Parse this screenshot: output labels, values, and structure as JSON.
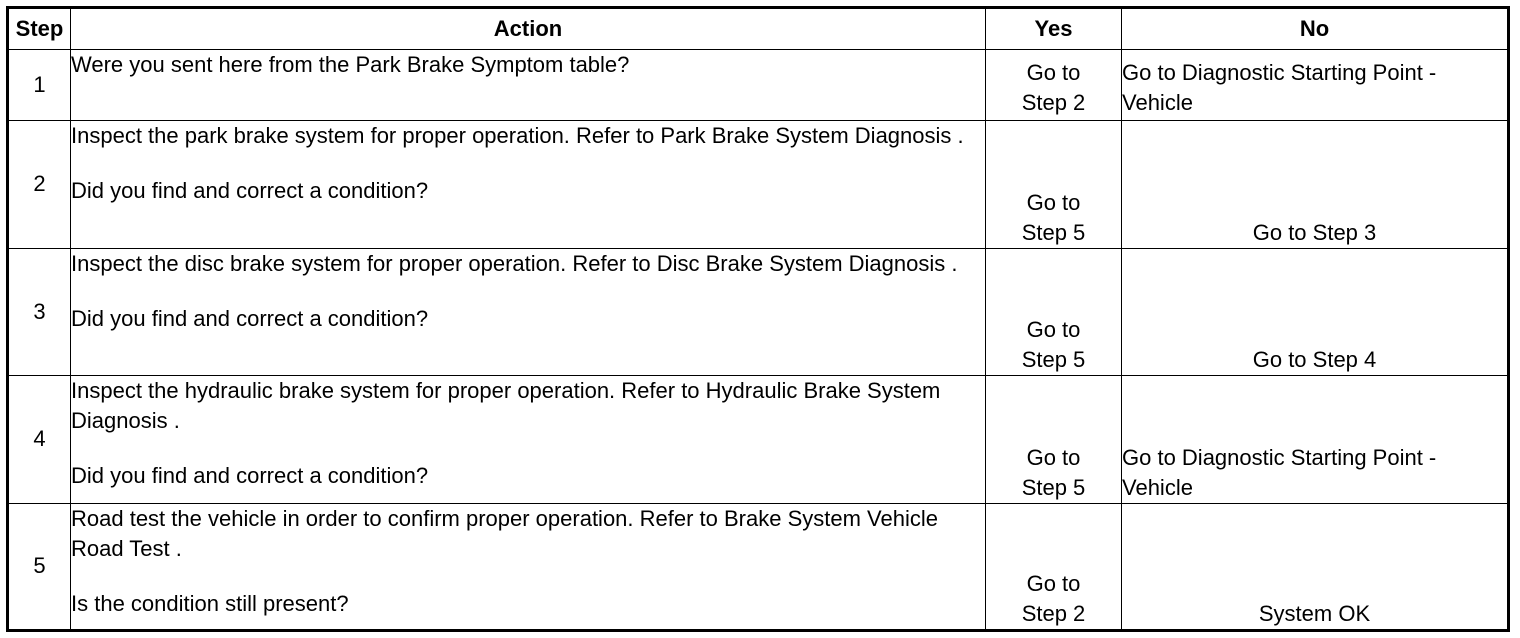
{
  "table": {
    "headers": {
      "step": "Step",
      "action": "Action",
      "yes": "Yes",
      "no": "No"
    },
    "rows": [
      {
        "step": "1",
        "action": "Were you sent here from the Park Brake Symptom table?",
        "question": "",
        "yes_1": "Go to",
        "yes_2": "Step 2",
        "no": "Go to Diagnostic Starting Point - Vehicle"
      },
      {
        "step": "2",
        "action": "Inspect the park brake system for proper operation. Refer to Park Brake System Diagnosis .",
        "question": "Did you find and correct a condition?",
        "yes_1": "Go to",
        "yes_2": "Step 5",
        "no": "Go to Step 3"
      },
      {
        "step": "3",
        "action": "Inspect the disc brake system for proper operation. Refer to Disc Brake System Diagnosis .",
        "question": "Did you find and correct a condition?",
        "yes_1": "Go to",
        "yes_2": "Step 5",
        "no": "Go to Step 4"
      },
      {
        "step": "4",
        "action": "Inspect the hydraulic brake system for proper operation. Refer to Hydraulic Brake System Diagnosis .",
        "question": "Did you find and correct a condition?",
        "yes_1": "Go to",
        "yes_2": "Step 5",
        "no": "Go to Diagnostic Starting Point - Vehicle"
      },
      {
        "step": "5",
        "action": "Road test the vehicle in order to confirm proper operation. Refer to Brake System Vehicle Road Test .",
        "question": "Is the condition still present?",
        "yes_1": "Go to",
        "yes_2": "Step 2",
        "no": "System OK"
      }
    ]
  }
}
